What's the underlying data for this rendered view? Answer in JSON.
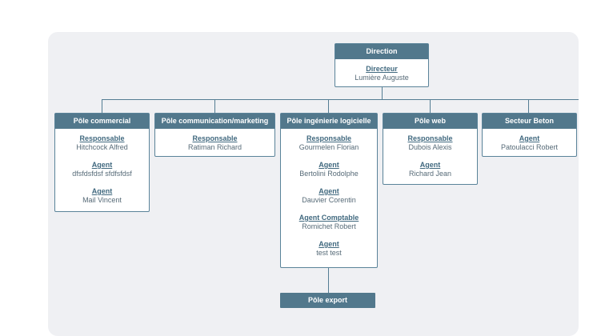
{
  "chart_data": {
    "type": "org-chart",
    "root": {
      "title": "Direction",
      "members": [
        {
          "role": "Directeur",
          "name": "Lumière Auguste"
        }
      ]
    },
    "departments": [
      {
        "title": "Pôle commercial",
        "members": [
          {
            "role": "Responsable",
            "name": "Hitchcock Alfred"
          },
          {
            "role": "Agent",
            "name": "dfsfdsfdsf sfdfsfdsf"
          },
          {
            "role": "Agent",
            "name": "Mail Vincent"
          }
        ]
      },
      {
        "title": "Pôle communication/marketing",
        "members": [
          {
            "role": "Responsable",
            "name": "Ratiman Richard"
          }
        ]
      },
      {
        "title": "Pôle ingénierie logicielle",
        "members": [
          {
            "role": "Responsable",
            "name": "Gourmelen Florian"
          },
          {
            "role": "Agent",
            "name": "Bertolini Rodolphe"
          },
          {
            "role": "Agent",
            "name": "Dauvier Corentin"
          },
          {
            "role": "Agent Comptable",
            "name": "Romichet Robert"
          },
          {
            "role": "Agent",
            "name": "test test"
          }
        ],
        "children": [
          {
            "title": "Pôle export",
            "members": []
          }
        ]
      },
      {
        "title": "Pôle web",
        "members": [
          {
            "role": "Responsable",
            "name": "Dubois Alexis"
          },
          {
            "role": "Agent",
            "name": "Richard Jean"
          }
        ]
      },
      {
        "title": "Secteur Beton",
        "members": [
          {
            "role": "Agent",
            "name": "Patoulacci Robert"
          }
        ]
      }
    ]
  },
  "colors": {
    "header": "#52788c",
    "border": "#5a8399",
    "connector": "#547d93",
    "role_text": "#41697f",
    "name_text": "#566a77",
    "background": "#eff0f3"
  }
}
